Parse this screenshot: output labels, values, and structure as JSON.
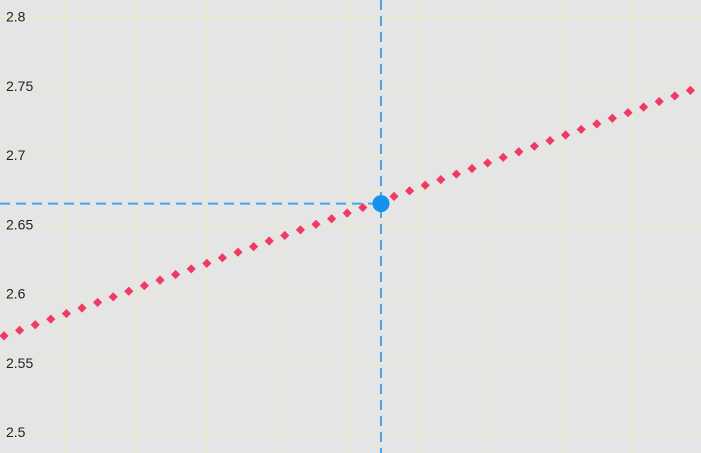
{
  "chart_data": {
    "type": "line",
    "title": "",
    "xlabel": "",
    "ylabel": "",
    "x_range": [
      0,
      701
    ],
    "ylim": [
      2.485,
      2.812
    ],
    "y_ticks": [
      2.5,
      2.55,
      2.6,
      2.65,
      2.7,
      2.75,
      2.8
    ],
    "y_tick_labels": [
      "2.5",
      "2.55",
      "2.6",
      "2.65",
      "2.7",
      "2.75",
      "2.8"
    ],
    "grid": true,
    "legend": "none",
    "series": [
      {
        "style": "dotted",
        "x": [
          0,
          701
        ],
        "values": [
          2.5685,
          2.7495
        ]
      }
    ],
    "highlight_point": {
      "x": 381,
      "value": 2.665
    },
    "colors": {
      "background": "#e5e5e5",
      "grid": "#ecebc4",
      "series": "#f03a63",
      "highlight": "#1493ee",
      "crosshair": "#4aa4ea",
      "tick_text": "#222222"
    }
  }
}
